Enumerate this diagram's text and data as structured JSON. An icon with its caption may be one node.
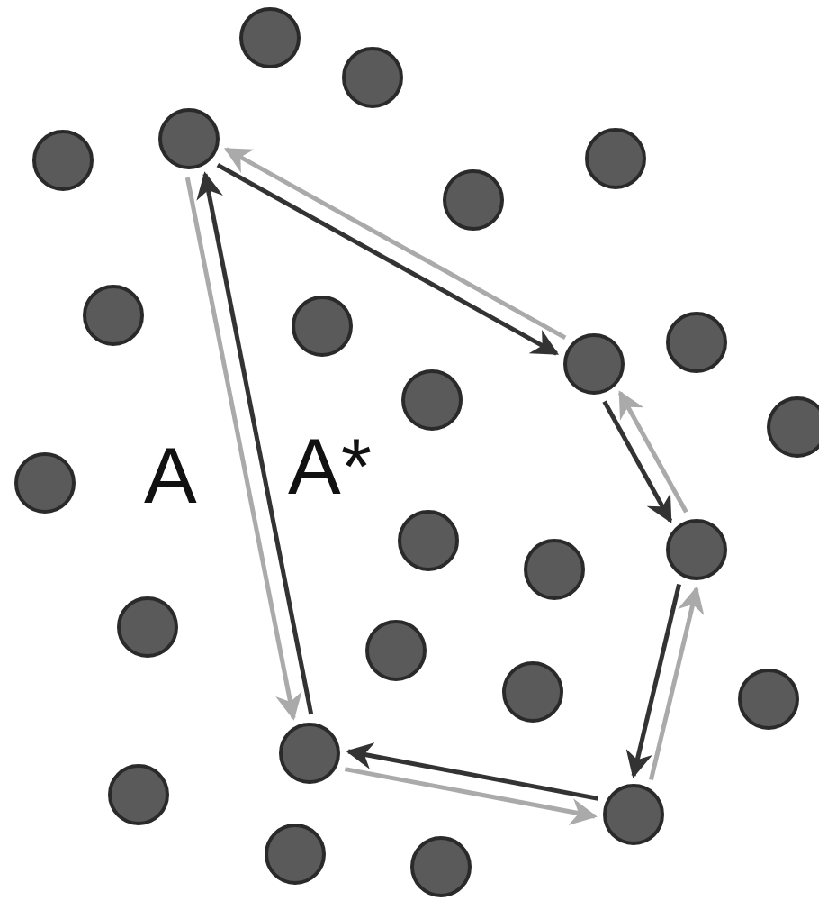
{
  "diagram": {
    "nodes": [
      {
        "text": [],
        "shape": "circle"
      },
      {
        "text": [],
        "shape": "circle"
      },
      {
        "text": [],
        "shape": "circle"
      },
      {
        "text": [],
        "shape": "circle"
      },
      {
        "text": [],
        "shape": "circle"
      },
      {
        "text": [],
        "shape": "circle"
      },
      {
        "text": [],
        "shape": "circle"
      },
      {
        "text": [],
        "shape": "circle"
      },
      {
        "text": [],
        "shape": "circle"
      },
      {
        "text": [],
        "shape": "circle"
      },
      {
        "text": [],
        "shape": "circle"
      },
      {
        "text": [],
        "shape": "circle"
      },
      {
        "text": [],
        "shape": "circle"
      },
      {
        "text": [],
        "shape": "circle"
      },
      {
        "text": [],
        "shape": "circle"
      },
      {
        "text": [],
        "shape": "circle"
      },
      {
        "text": [],
        "shape": "circle"
      },
      {
        "text": [],
        "shape": "circle"
      },
      {
        "text": [],
        "shape": "circle"
      },
      {
        "text": [],
        "shape": "circle"
      },
      {
        "text": [],
        "shape": "circle"
      },
      {
        "text": [],
        "shape": "circle"
      },
      {
        "text": [],
        "shape": "circle"
      },
      {
        "text": [],
        "shape": "circle"
      },
      {
        "text": [],
        "shape": "circle"
      }
    ],
    "edges": [
      {
        "from": 2,
        "to": 9,
        "arrow": "to",
        "color": "#333333"
      },
      {
        "from": 9,
        "to": 14,
        "arrow": "to",
        "color": "#333333"
      },
      {
        "from": 14,
        "to": 22,
        "arrow": "to",
        "color": "#333333"
      },
      {
        "from": 22,
        "to": 20,
        "arrow": "to",
        "color": "#333333"
      },
      {
        "from": 20,
        "to": 2,
        "arrow": "to",
        "color": "#333333"
      },
      {
        "from": 9,
        "to": 2,
        "arrow": "to",
        "color": "#aaaaaa"
      },
      {
        "from": 14,
        "to": 9,
        "arrow": "to",
        "color": "#aaaaaa"
      },
      {
        "from": 22,
        "to": 14,
        "arrow": "to",
        "color": "#aaaaaa"
      },
      {
        "from": 20,
        "to": 22,
        "arrow": "to",
        "color": "#aaaaaa"
      },
      {
        "from": 2,
        "to": 20,
        "arrow": "to",
        "color": "#aaaaaa"
      }
    ],
    "labels": [
      "A",
      "A*"
    ]
  }
}
